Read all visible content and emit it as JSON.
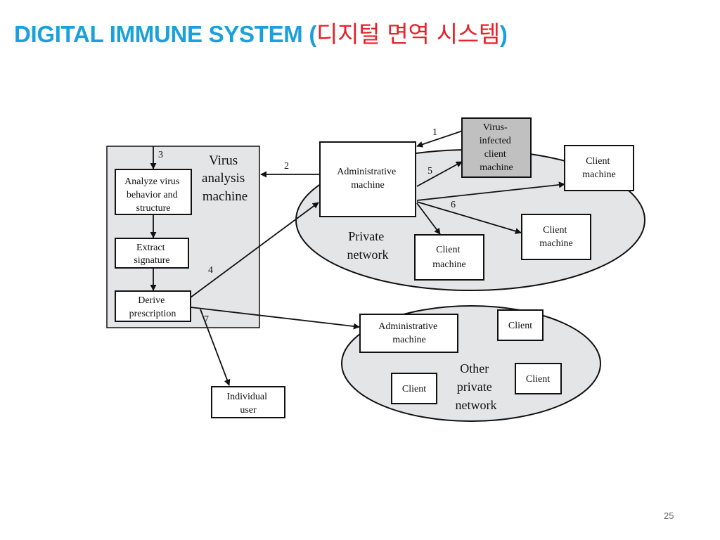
{
  "slide": {
    "title_en": "DIGITAL IMMUNE SYSTEM (",
    "title_ko": "디지털 면역 시스템",
    "title_close": ")",
    "page_number": "25"
  },
  "colors": {
    "title_blue": "#1aa0dc",
    "title_red": "#e8202a",
    "panel_gray": "#e4e5e7",
    "infected_gray": "#c0c0c0"
  },
  "diagram": {
    "virus_analysis_label": [
      "Virus",
      "analysis",
      "machine"
    ],
    "analyze_box": [
      "Analyze virus",
      "behavior and",
      "structure"
    ],
    "extract_box": [
      "Extract",
      "signature"
    ],
    "derive_box": [
      "Derive",
      "prescription"
    ],
    "individual_user": [
      "Individual",
      "user"
    ],
    "admin_machine": [
      "Administrative",
      "machine"
    ],
    "infected_client": [
      "Virus-",
      "infected",
      "client",
      "machine"
    ],
    "client_machine_top": [
      "Client",
      "machine"
    ],
    "client_machine_right": [
      "Client",
      "machine"
    ],
    "client_machine_bottom": [
      "Client",
      "machine"
    ],
    "private_network": [
      "Private",
      "network"
    ],
    "other_admin_machine": [
      "Administrative",
      "machine"
    ],
    "other_client_top": "Client",
    "other_client_left": "Client",
    "other_client_right": "Client",
    "other_private_network": [
      "Other",
      "private",
      "network"
    ],
    "step_labels": {
      "s1": "1",
      "s2": "2",
      "s3": "3",
      "s4": "4",
      "s5": "5",
      "s6": "6",
      "s7": "7"
    }
  }
}
